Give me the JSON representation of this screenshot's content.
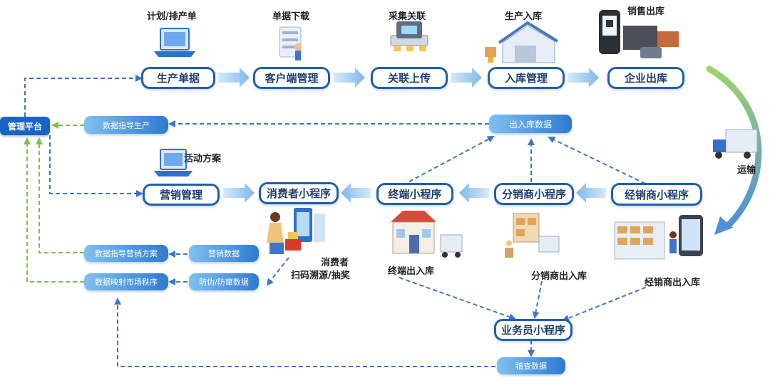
{
  "management_platform": "管理平台",
  "top_flow": {
    "captions": [
      "计划/排产单",
      "单据下载",
      "采集关联",
      "生产入库",
      "销售出库"
    ],
    "boxes": [
      "生产单据",
      "客户端管理",
      "关联上传",
      "入库管理",
      "企业出库"
    ]
  },
  "data_pills": {
    "production_guidance": "数据指导生产",
    "warehouse_data": "出入库数据",
    "marketing_guidance": "数据指导营销方案",
    "market_order": "数据映射市场秩序",
    "marketing_data": "营销数据",
    "anti_counterfeit": "防伪/防窜数据",
    "inspection_data": "稽查数据"
  },
  "middle_flow": {
    "activity_caption": "活动方案",
    "marketing_mgmt": "营销管理",
    "consumer_app": "消费者小程序",
    "terminal_app": "终端小程序",
    "distributor_app": "分销商小程序",
    "dealer_app": "经销商小程序",
    "salesman_app": "业务员小程序"
  },
  "captions": {
    "consumer_line1": "消费者",
    "consumer_line2": "扫码溯源/抽奖",
    "terminal_io": "终端出入库",
    "distributor_io": "分销商出入库",
    "dealer_io": "经销商出入库",
    "transport": "运输"
  },
  "colors": {
    "box_border": "#1f5fae",
    "dashed_blue": "#3f74c6",
    "dashed_green": "#7cc04a",
    "pill_dark": "#2f7ad0",
    "pill_light": "#7fc0ef"
  }
}
